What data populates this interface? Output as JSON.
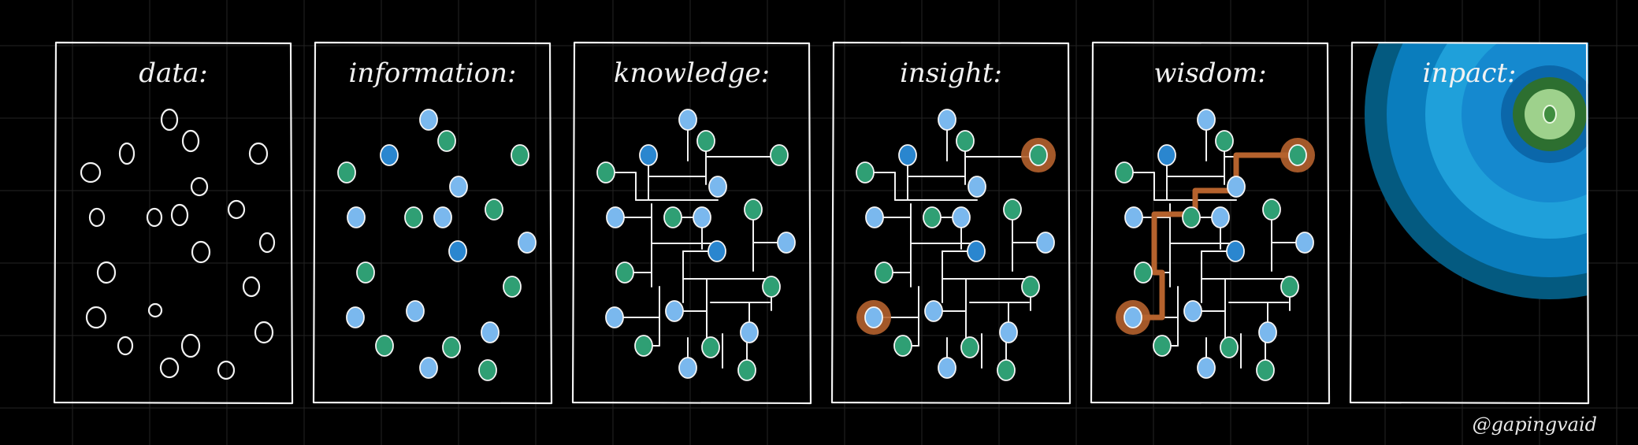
{
  "panels": [
    {
      "title": "data:"
    },
    {
      "title": "information:"
    },
    {
      "title": "knowledge:"
    },
    {
      "title": "insight:"
    },
    {
      "title": "wisdom:"
    },
    {
      "title": "inpact:"
    }
  ],
  "credit": "@gapingvaid",
  "colors": {
    "background": "#000000",
    "grid": "#232323",
    "stroke": "#f2f2f2",
    "blue": "#7ab8ee",
    "dark_blue": "#2a86cf",
    "green": "#2f9f74",
    "highlight": "#b5622d",
    "ring1": "#045a80",
    "ring2": "#0a7dbd",
    "ring3": "#1fa0da",
    "ring4": "#1589cf",
    "ring5": "#0b67aa",
    "core_outer": "#2d6f30",
    "core_inner": "#9ed18c"
  },
  "icons": [
    "outline-dot-icon",
    "blue-dot-icon",
    "green-dot-icon",
    "highlight-ring-icon",
    "impact-ripple-icon"
  ]
}
